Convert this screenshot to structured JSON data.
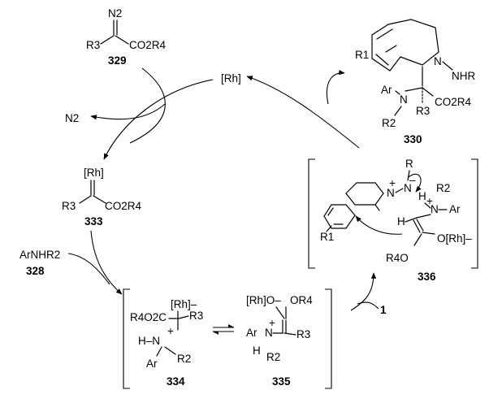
{
  "scheme": {
    "catalyst": "[Rh]",
    "byproduct": "N2",
    "compounds": {
      "329": {
        "number": "329",
        "diazo": "N2",
        "r3": "R3",
        "ester": "CO2R4"
      },
      "333": {
        "number": "333",
        "metal": "[Rh]",
        "r3": "R3",
        "ester": "CO2R4"
      },
      "328": {
        "number": "328",
        "formula": "ArNHR2"
      },
      "334": {
        "number": "334",
        "metal": "[Rh]–",
        "r3": "R3",
        "r2": "R2",
        "ar": "Ar",
        "ester": "R4O2C",
        "nh": "H–N"
      },
      "335": {
        "number": "335",
        "enolate": "[Rh]O–",
        "alkoxy": "OR4",
        "ar": "Ar",
        "h": "H",
        "r2": "R2",
        "r3": "R3"
      },
      "336": {
        "number": "336",
        "r": "R",
        "r1": "R1",
        "h": "H",
        "r2": "R2",
        "ar": "Ar",
        "h2": "H",
        "orh": "O[Rh]–",
        "r4o": "R4O"
      },
      "330": {
        "number": "330",
        "r1": "R1",
        "nhr": "NHR",
        "ar": "Ar",
        "r3": "R3",
        "r2": "R2",
        "ester": "CO2R4"
      },
      "1": {
        "number": "1"
      }
    }
  }
}
